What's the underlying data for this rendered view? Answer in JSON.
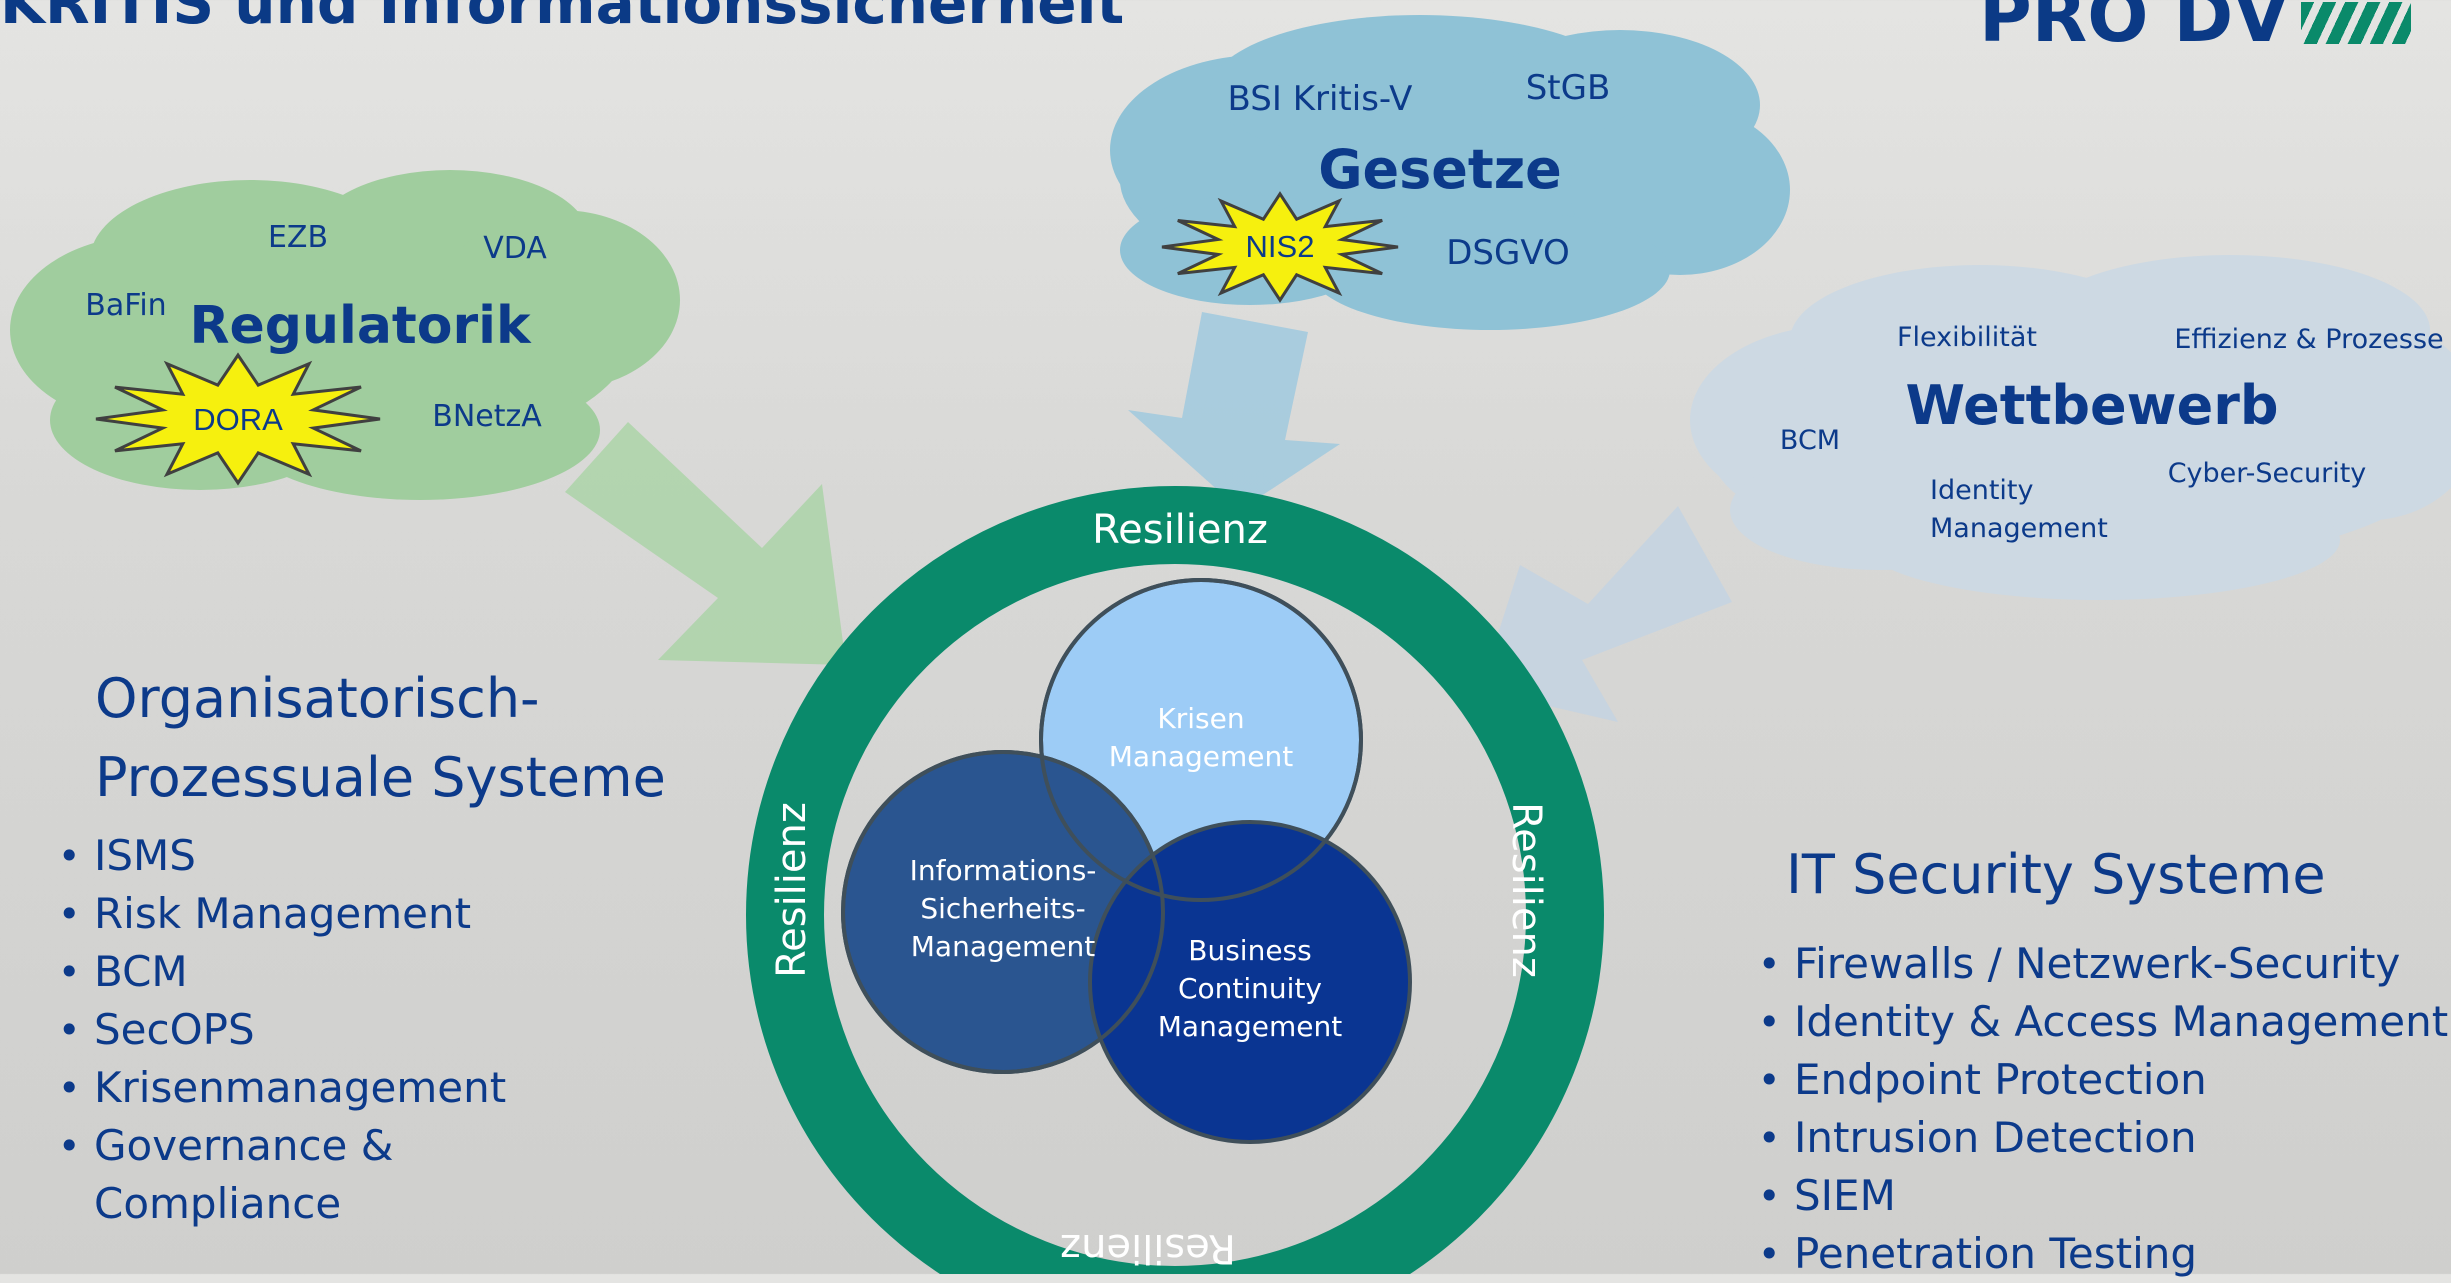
{
  "title": "KRITIS und Informationssicherheit",
  "logo": "PRO DV",
  "clouds": {
    "regulatorik": {
      "heading": "Regulatorik",
      "items": [
        "EZB",
        "VDA",
        "BaFin",
        "BNetzA"
      ],
      "badge": "DORA",
      "color": "#97c89a"
    },
    "gesetze": {
      "heading": "Gesetze",
      "items": [
        "BSI Kritis-V",
        "StGB",
        "DSGVO"
      ],
      "badge": "NIS2",
      "color": "#8fc0d4"
    },
    "wettbewerb": {
      "heading": "Wettbewerb",
      "items": [
        "Flexibilität",
        "Effizienz & Prozesse",
        "BCM",
        "Identity\nManagement",
        "Cyber-Security"
      ],
      "color": "#c9d6e0"
    }
  },
  "ring": {
    "label": "Resilienz",
    "color": "#0a8a6b"
  },
  "circles": {
    "krisen": {
      "label": "Krisen\nManagement",
      "color": "#9dccf6"
    },
    "isms": {
      "label": "Informations-\nSicherheits-\nManagement",
      "color": "#2a5590"
    },
    "bcm": {
      "label": "Business\nContinuity\nManagement",
      "color": "#0a3592"
    }
  },
  "left": {
    "heading": "Organisatorisch-\nProzessuale Systeme",
    "items": [
      "ISMS",
      "Risk Management",
      "BCM",
      "SecOPS",
      "Krisenmanagement",
      "Governance &\nCompliance"
    ]
  },
  "right": {
    "heading": "IT Security Systeme",
    "items": [
      "Firewalls / Netzwerk-Security",
      "Identity & Access Management",
      "Endpoint Protection",
      "Intrusion Detection",
      "SIEM",
      "Penetration Testing"
    ]
  }
}
